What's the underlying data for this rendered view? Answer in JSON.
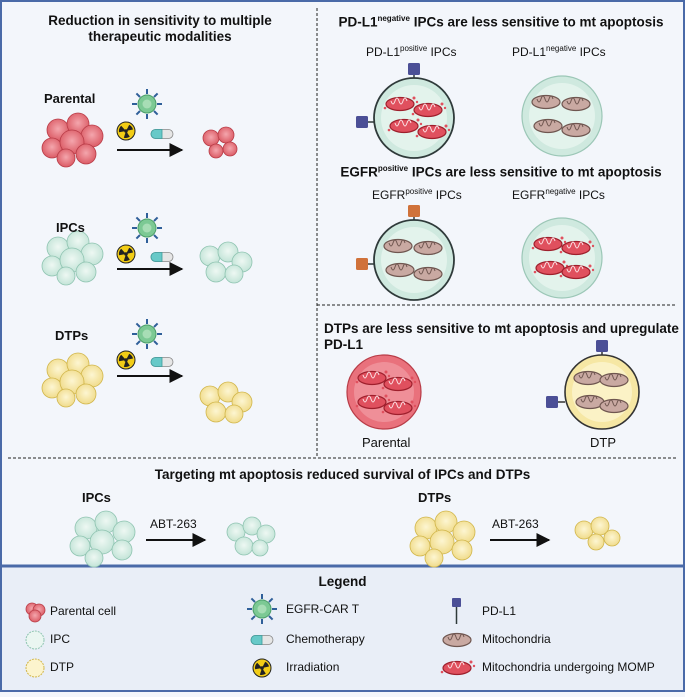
{
  "left_panel": {
    "title": "Reduction in sensitivity to multiple therapeutic modalities",
    "rows": [
      {
        "label": "Parental"
      },
      {
        "label": "IPCs"
      },
      {
        "label": "DTPs"
      }
    ]
  },
  "pdl1_panel": {
    "title_prefix": "PD-L1",
    "title_sup": "negative",
    "title_suffix": " IPCs are less sensitive to mt apoptosis",
    "pos_prefix": "PD-L1",
    "pos_sup": "positive",
    "pos_suffix": " IPCs",
    "neg_prefix": "PD-L1",
    "neg_sup": "negative",
    "neg_suffix": " IPCs"
  },
  "egfr_panel": {
    "title_prefix": "EGFR",
    "title_sup": "positive",
    "title_suffix": " IPCs are less sensitive to mt apoptosis",
    "pos_prefix": "EGFR",
    "pos_sup": "positive",
    "pos_suffix": " IPCs",
    "neg_prefix": "EGFR",
    "neg_sup": "negative",
    "neg_suffix": " IPCs"
  },
  "dtp_panel": {
    "title_line1": "DTPs are less sensitive to mt apoptosis and upregulate",
    "title_line2": "PD-L1",
    "parental_label": "Parental",
    "dtp_label": "DTP"
  },
  "bottom_panel": {
    "title": "Targeting mt apoptosis reduced survival of IPCs and DTPs",
    "ipcs_label": "IPCs",
    "dtps_label": "DTPs",
    "drug_label_1": "ABT-263",
    "drug_label_2": "ABT-263"
  },
  "legend": {
    "title": "Legend",
    "items": [
      {
        "label": "Parental cell",
        "icon": "parental-cell-icon"
      },
      {
        "label": "IPC",
        "icon": "ipc-cell-icon"
      },
      {
        "label": "DTP",
        "icon": "dtp-cell-icon"
      },
      {
        "label": "EGFR-CAR T",
        "icon": "car-t-icon"
      },
      {
        "label": "Chemotherapy",
        "icon": "pill-icon"
      },
      {
        "label": "Irradiation",
        "icon": "radiation-icon"
      },
      {
        "label": "PD-L1",
        "icon": "pdl1-receptor-icon"
      },
      {
        "label": "Mitochondria",
        "icon": "mitochondria-icon"
      },
      {
        "label": "Mitochondria undergoing MOMP",
        "icon": "momp-mitochondria-icon"
      }
    ]
  },
  "colors": {
    "parental": "#e4737f",
    "ipc": "#d4ede4",
    "dtp": "#f6e8a6",
    "frame": "#4a6aa8",
    "pdl1": "#4b4f96",
    "egfr": "#d0723a"
  }
}
